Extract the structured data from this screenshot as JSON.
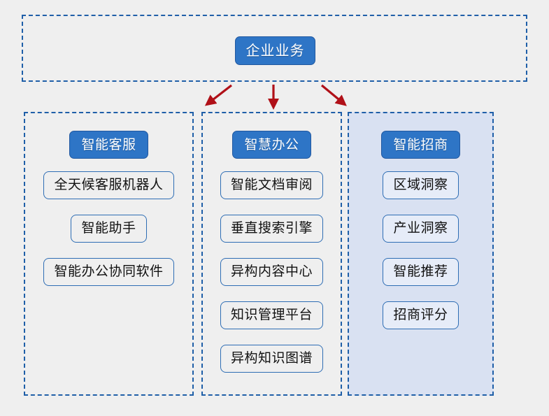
{
  "diagram": {
    "root": {
      "label": "企业业务"
    },
    "arrows": [
      {
        "name": "arrow-to-smart-service",
        "direction": "down-left"
      },
      {
        "name": "arrow-to-smart-office",
        "direction": "down"
      },
      {
        "name": "arrow-to-smart-investment",
        "direction": "down-right"
      }
    ],
    "columns": [
      {
        "header": "智能客服",
        "highlight": false,
        "items": [
          "全天候客服机器人",
          "智能助手",
          "智能办公协同软件"
        ]
      },
      {
        "header": "智慧办公",
        "highlight": false,
        "items": [
          "智能文档审阅",
          "垂直搜索引擎",
          "异构内容中心",
          "知识管理平台",
          "异构知识图谱"
        ]
      },
      {
        "header": "智能招商",
        "highlight": true,
        "items": [
          "区域洞察",
          "产业洞察",
          "智能推荐",
          "招商评分"
        ]
      }
    ]
  },
  "colors": {
    "node_blue": "#2E75C6",
    "node_border": "#2158A0",
    "panel_dash": "#1F5FA8",
    "arrow_red": "#B01018",
    "highlight_bg": "#D9E1F2",
    "page_bg": "#EFEFEF"
  }
}
